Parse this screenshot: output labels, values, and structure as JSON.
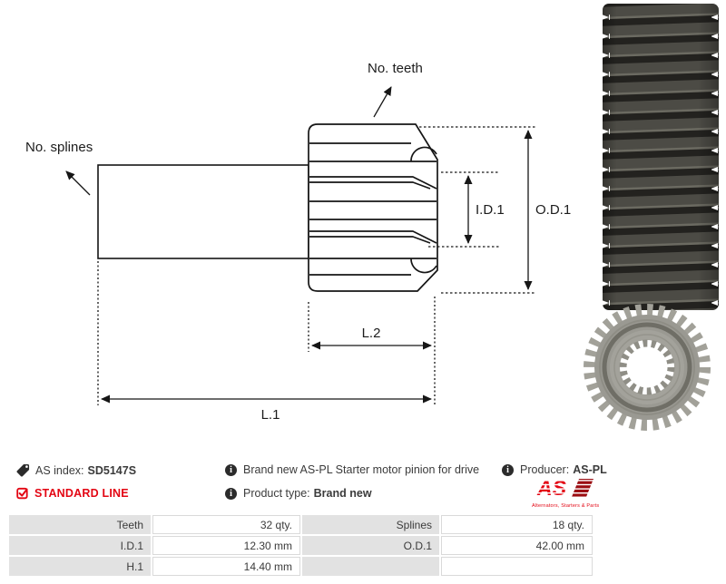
{
  "diagram": {
    "labels": {
      "teeth": "No. teeth",
      "splines": "No. splines",
      "id1": "I.D.1",
      "od1": "O.D.1",
      "l2": "L.2",
      "l1": "L.1"
    }
  },
  "info": {
    "as_index_label": "AS index:",
    "as_index_value": "SD5147S",
    "standard_line": "STANDARD LINE",
    "description": "Brand new AS-PL Starter motor pinion for drive",
    "product_type_label": "Product type:",
    "product_type_value": "Brand new",
    "producer_label": "Producer:",
    "producer_value": "AS-PL",
    "logo_text": "AS",
    "logo_tagline": "Alternators, Starters & Parts"
  },
  "colors": {
    "accent_red": "#e30613",
    "table_label_bg": "#e2e2e2",
    "text": "#3b3b3b",
    "drawing_line": "#161616"
  },
  "spec_table": {
    "rows": [
      [
        {
          "label": "Teeth",
          "value": "32 qty."
        },
        {
          "label": "Splines",
          "value": "18 qty."
        }
      ],
      [
        {
          "label": "I.D.1",
          "value": "12.30 mm"
        },
        {
          "label": "O.D.1",
          "value": "42.00 mm"
        }
      ],
      [
        {
          "label": "H.1",
          "value": "14.40 mm"
        },
        {
          "label": "",
          "value": ""
        }
      ]
    ]
  }
}
